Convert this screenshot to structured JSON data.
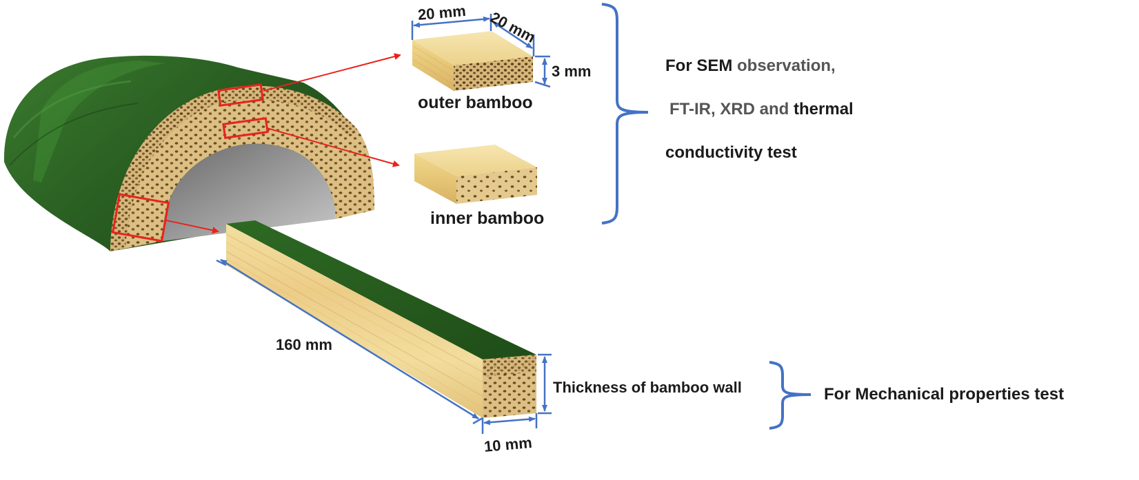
{
  "labels": {
    "outer_width": "20 mm",
    "outer_depth": "20 mm",
    "outer_thickness": "3 mm",
    "outer_name": "outer bamboo",
    "inner_name": "inner bamboo",
    "long_length": "160 mm",
    "long_width": "10 mm",
    "long_thickness": "Thickness of bamboo wall"
  },
  "descriptions": {
    "sem": {
      "line1_a": "For SEM",
      "line1_b": " observation,",
      "line2_a": "FT-IR, XRD and",
      "line2_b": " thermal",
      "line3": "conductivity test"
    },
    "mechanical": "For  Mechanical properties test"
  },
  "colors": {
    "dimension_lines": "#4472c4",
    "arrows": "#e8231d",
    "bamboo_skin": "#2f6a24",
    "bamboo_wood": "#e8cf8a",
    "bamboo_pores": "#6b4a22",
    "text": "#1b1b1b",
    "gray_text": "#555555"
  }
}
